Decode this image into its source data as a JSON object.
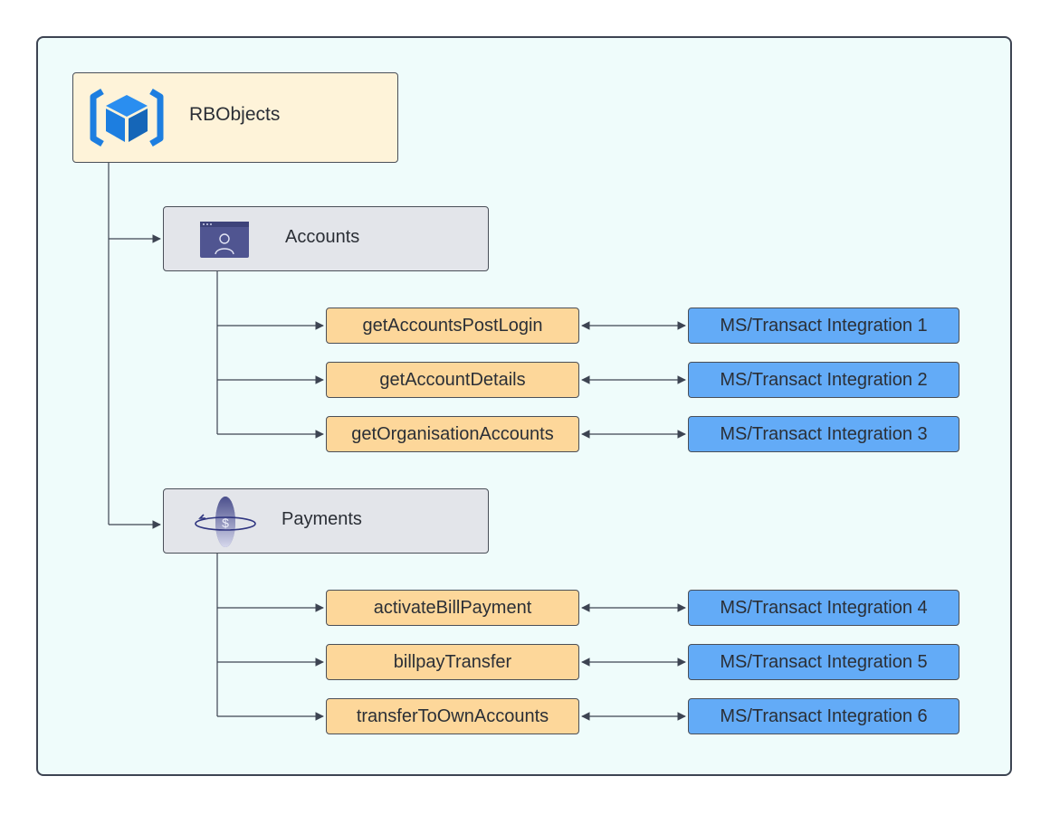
{
  "diagram": {
    "root": {
      "label": "RBObjects",
      "icon": "cube-icon"
    },
    "groups": [
      {
        "label": "Accounts",
        "icon": "user-window-icon",
        "methods": [
          {
            "name": "getAccountsPostLogin",
            "integration": "MS/Transact Integration 1"
          },
          {
            "name": "getAccountDetails",
            "integration": "MS/Transact Integration 2"
          },
          {
            "name": "getOrganisationAccounts",
            "integration": "MS/Transact Integration 3"
          }
        ]
      },
      {
        "label": "Payments",
        "icon": "dollar-orbit-icon",
        "methods": [
          {
            "name": "activateBillPayment",
            "integration": "MS/Transact Integration 4"
          },
          {
            "name": "billpayTransfer",
            "integration": "MS/Transact Integration 5"
          },
          {
            "name": "transferToOwnAccounts",
            "integration": "MS/Transact Integration 6"
          }
        ]
      }
    ]
  },
  "colors": {
    "frame_bg": "#effcfb",
    "root_bg": "#fef3d9",
    "group_bg": "#e3e5ea",
    "method_bg": "#fdd79a",
    "integration_bg": "#63abf7",
    "cube_blue": "#1d7ee0",
    "line": "#3d4452"
  }
}
